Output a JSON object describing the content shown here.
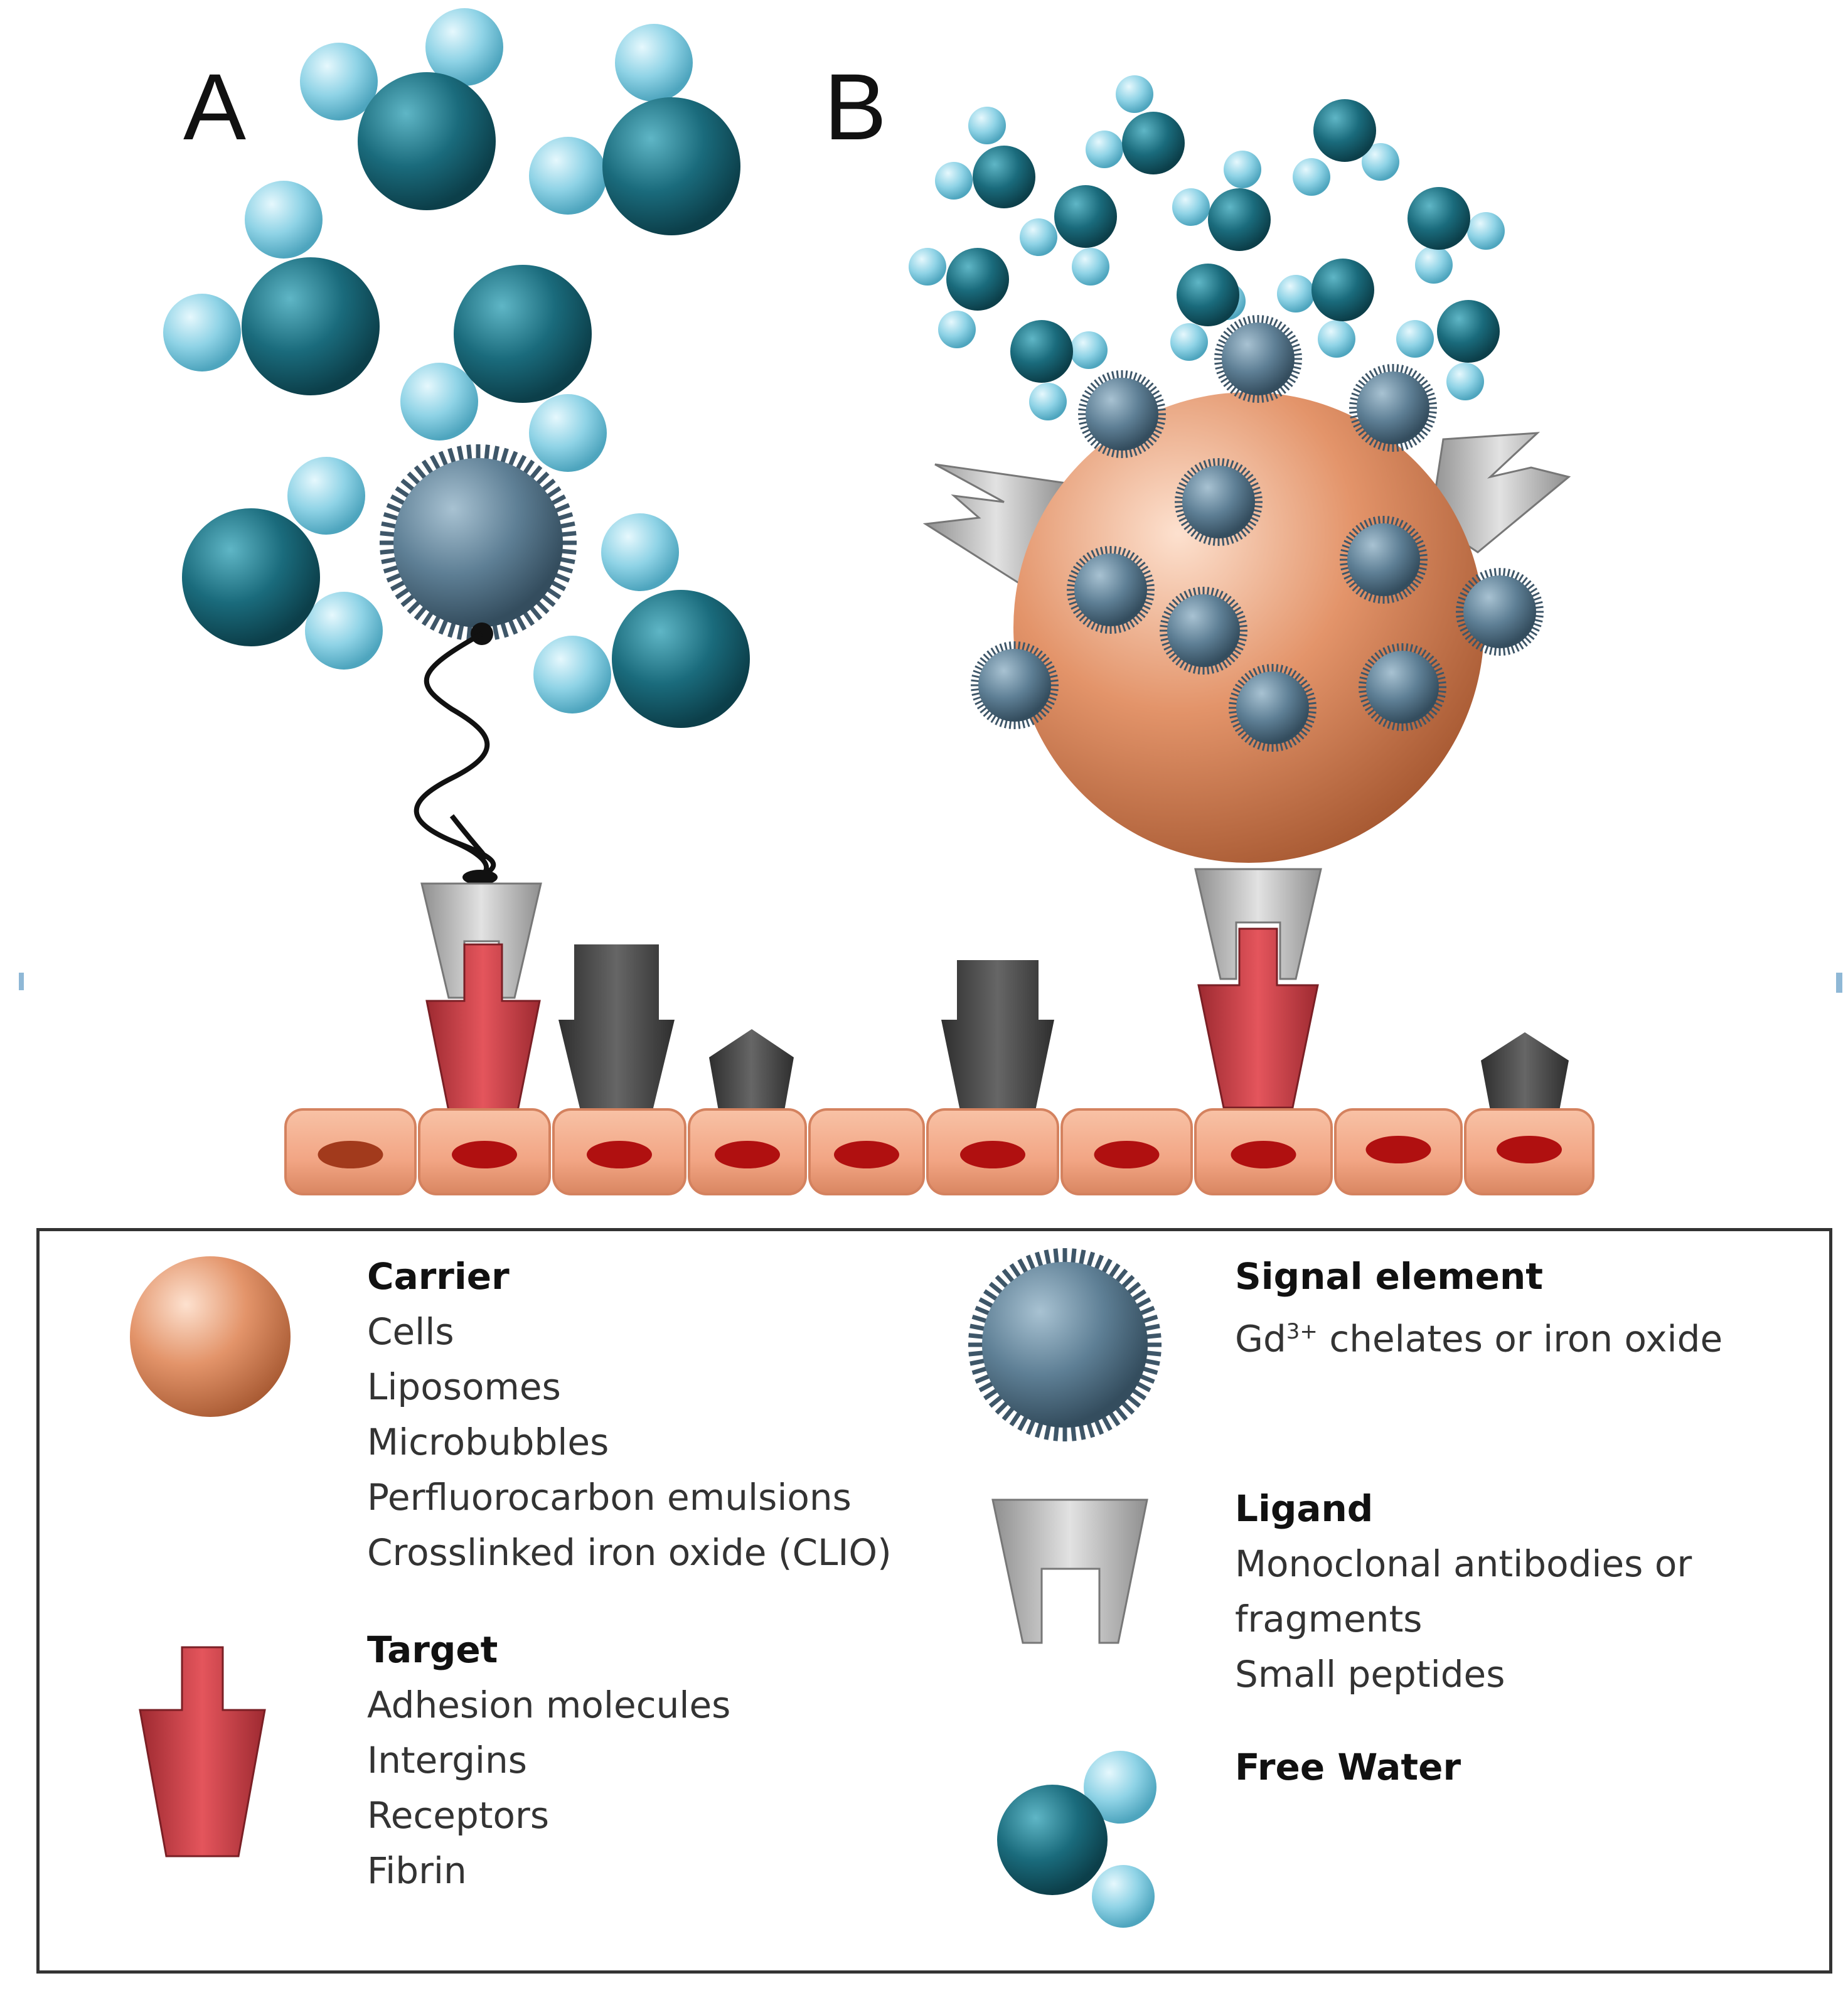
{
  "panels": {
    "a_label": "A",
    "b_label": "B"
  },
  "legend": {
    "carrier": {
      "title": "Carrier",
      "items": [
        "Cells",
        "Liposomes",
        "Microbubbles",
        "Perfluorocarbon emulsions",
        "Crosslinked iron oxide (CLIO)"
      ]
    },
    "target": {
      "title": "Target",
      "items": [
        "Adhesion molecules",
        "Intergins",
        "Receptors",
        "Fibrin"
      ]
    },
    "signal": {
      "title": "Signal element",
      "line_prefix": "Gd",
      "line_sup": "3+",
      "line_suffix": " chelates or iron oxide"
    },
    "ligand": {
      "title": "Ligand",
      "items": [
        "Monoclonal antibodies or",
        "fragments",
        "Small peptides"
      ]
    },
    "water": {
      "title": "Free Water"
    }
  },
  "colors": {
    "water_dark": "#1a6b7c",
    "water_light": "#8fd3e6",
    "signal": "#5e7f95",
    "carrier": "#e3946a",
    "target": "#c8434b",
    "ligand": "#bdbdbd",
    "receptor_dark": "#4a4a4a",
    "cell": "#f2a584",
    "nucleus": "#b01010"
  }
}
